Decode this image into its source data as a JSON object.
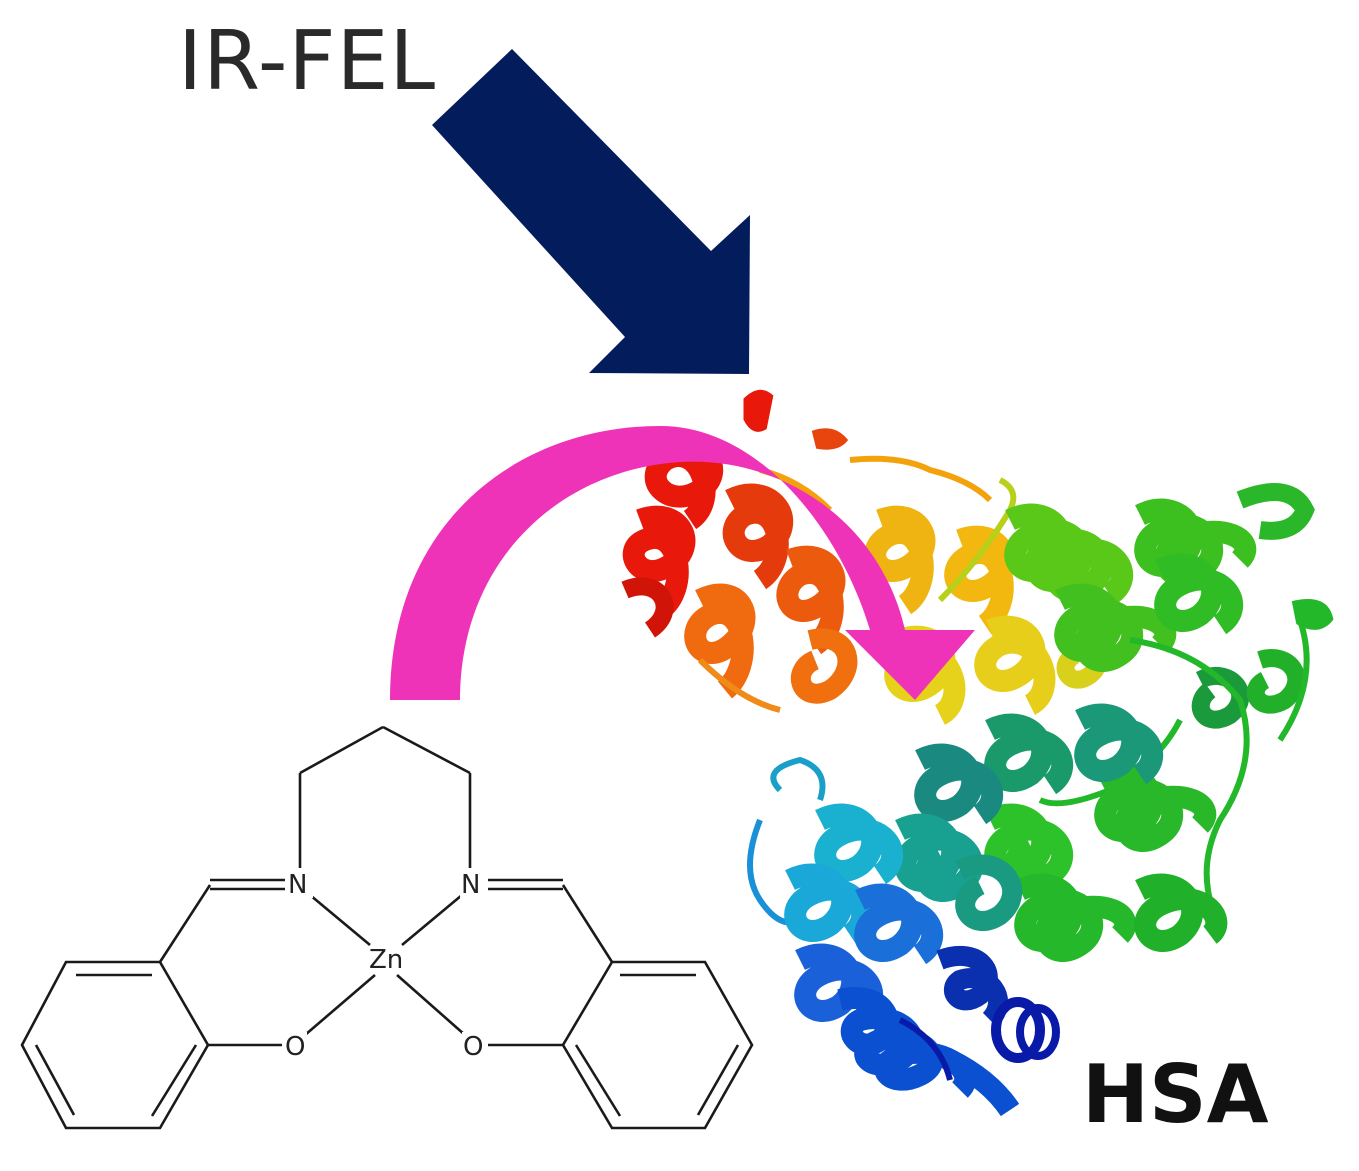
{
  "labels": {
    "source": "IR-FEL",
    "protein": "HSA"
  },
  "atoms": {
    "n_left": "N",
    "n_right": "N",
    "metal": "Zn",
    "o_left": "O",
    "o_right": "O"
  },
  "colors": {
    "ir_arrow": "#031c5c",
    "transfer_arrow": "#ef33b8",
    "bond": "#1a1a1a",
    "background": "#ffffff",
    "protein_palette": [
      "#e8190a",
      "#f06a10",
      "#f4a20c",
      "#e6d21a",
      "#8ac81a",
      "#25b82a",
      "#1a9a6a",
      "#1aa0c8",
      "#1a5ad8",
      "#0a1aa8"
    ]
  },
  "icons": {
    "ir_arrow": "straight-down-right-arrow",
    "transfer_arrow": "curved-arrow",
    "protein": "protein-ribbon-structure",
    "molecule": "zn-salen-complex-structure"
  }
}
